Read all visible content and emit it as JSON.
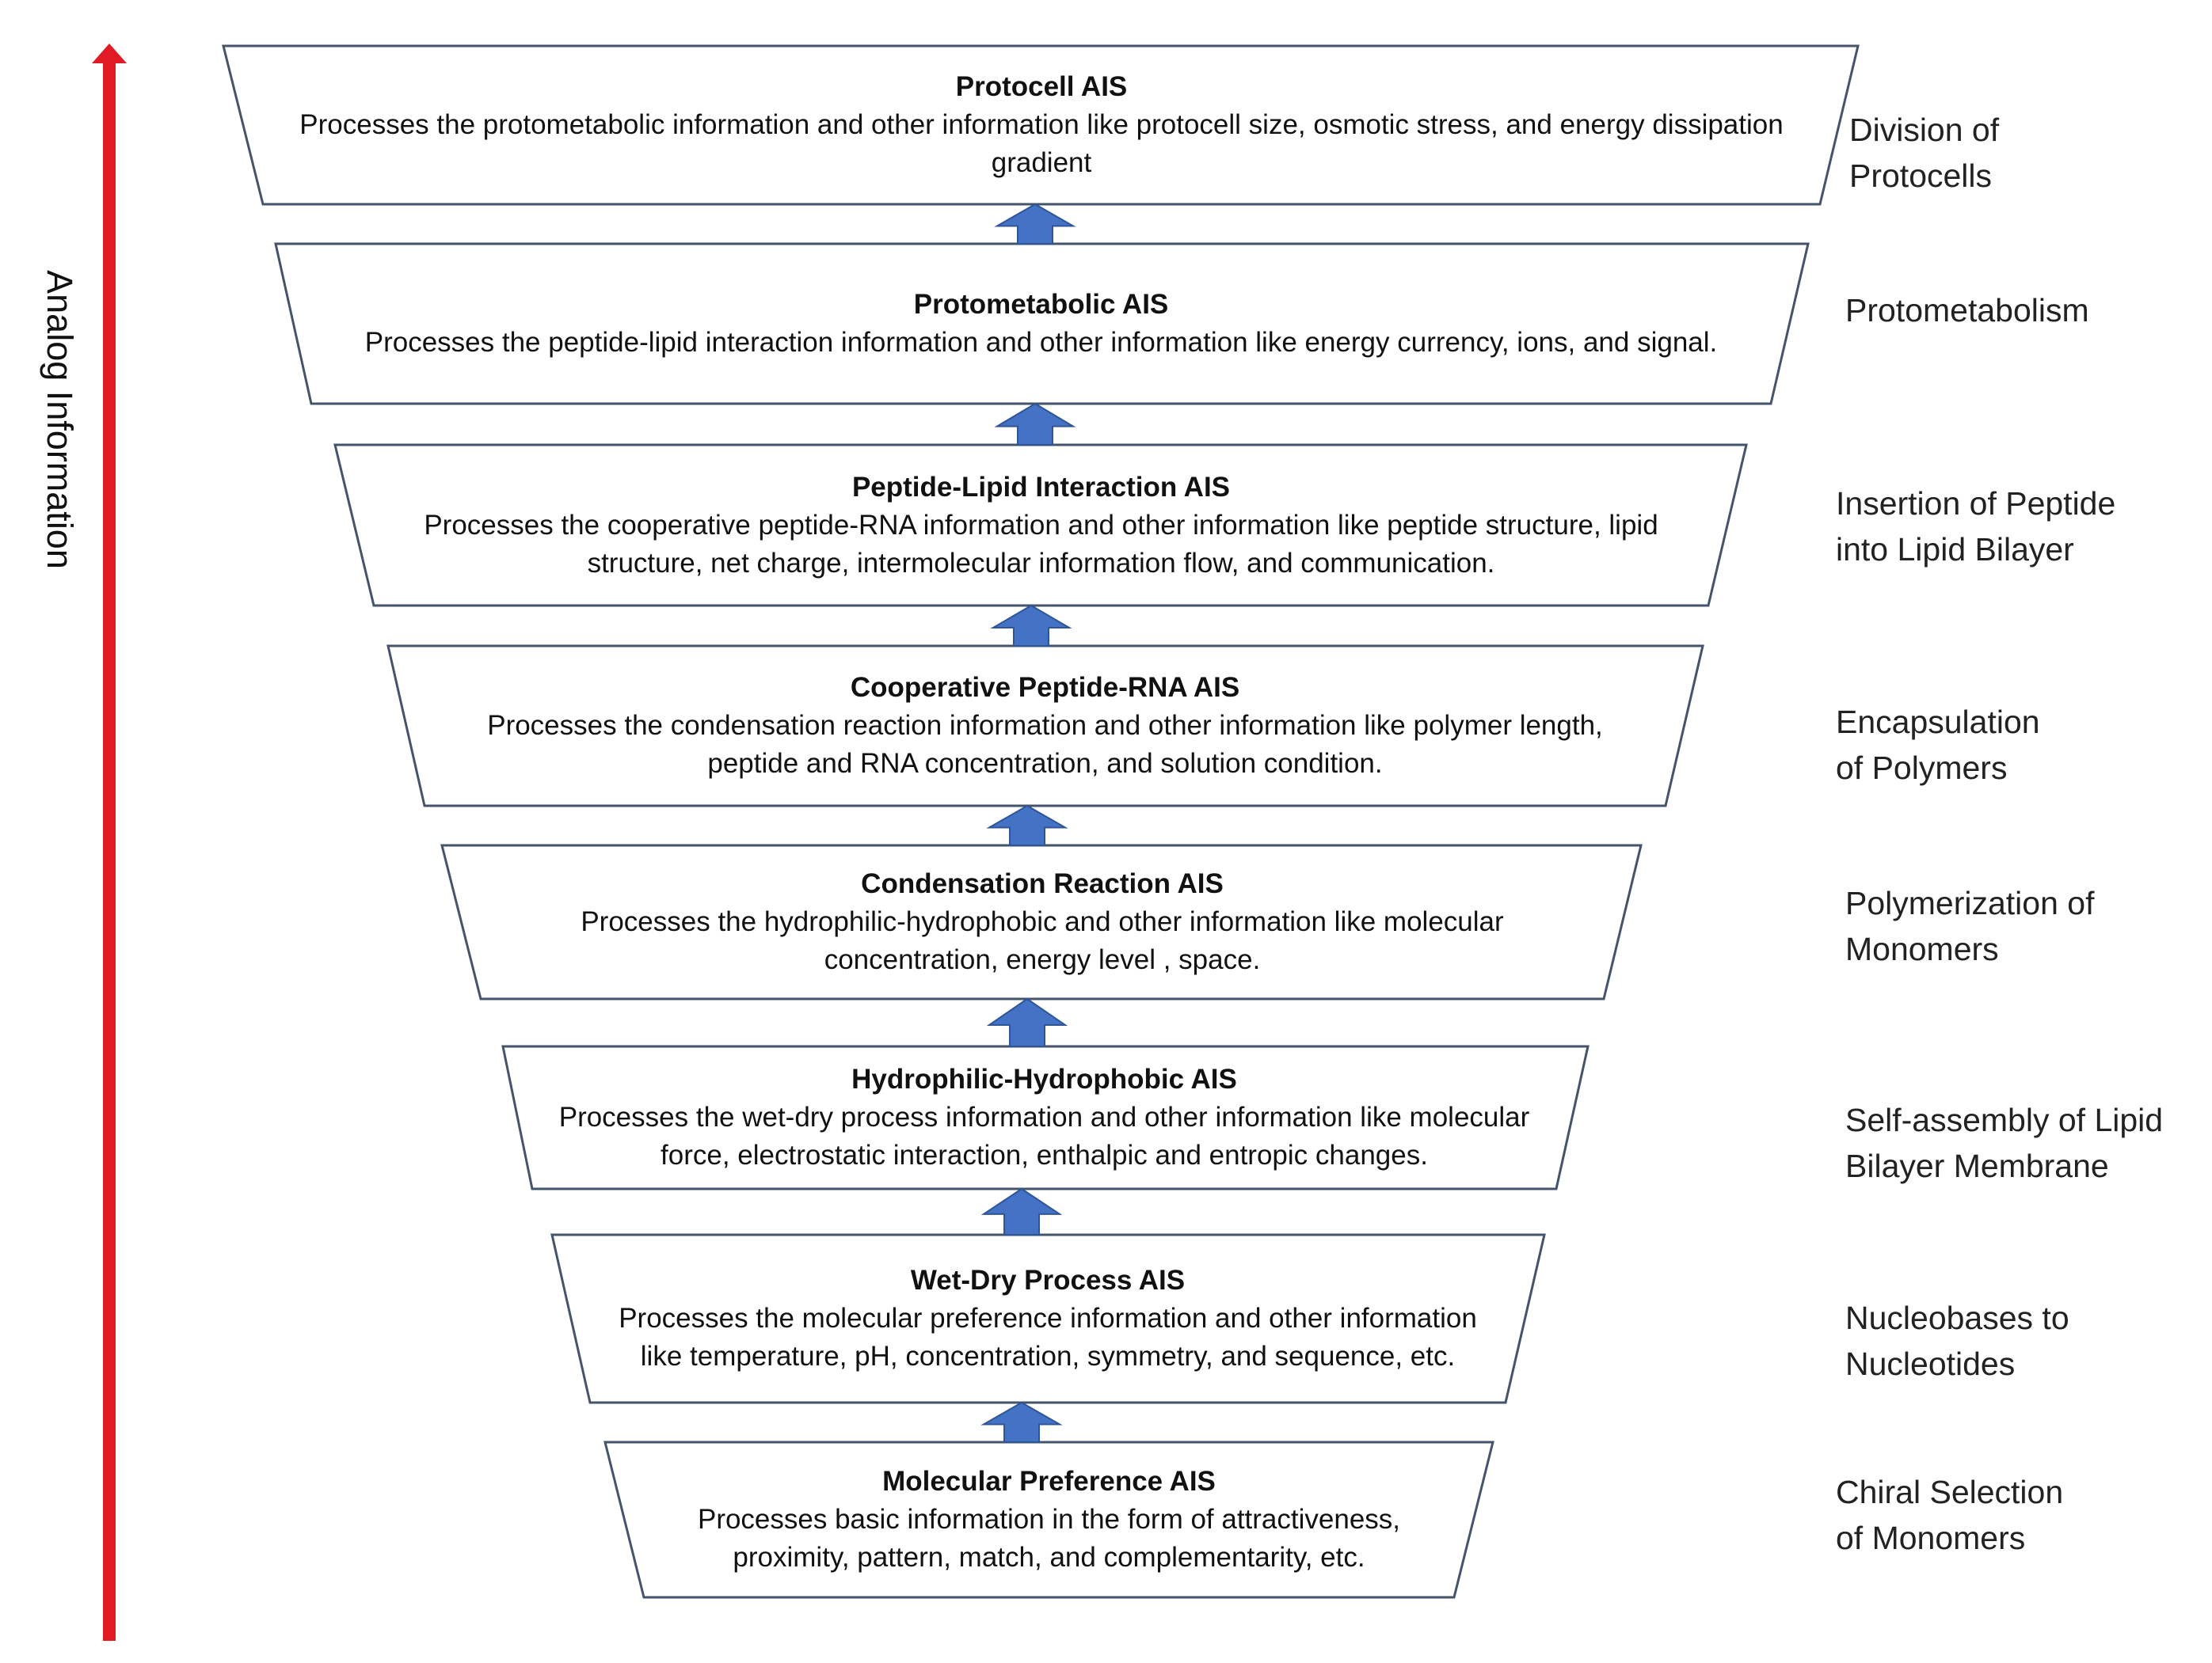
{
  "axis": {
    "label": "Analog Information",
    "arrow_color": "#e01b24"
  },
  "colors": {
    "up_arrow": "#4472c4",
    "box_border": "#44546a"
  },
  "tiers": [
    {
      "title": "Protocell AIS",
      "desc": "Processes the protometabolic information and other information like protocell size, osmotic stress, and energy dissipation gradient",
      "stage": "Division of\nProtocells"
    },
    {
      "title": "Protometabolic AIS",
      "desc": "Processes the peptide-lipid interaction information and other information like energy currency, ions, and signal.",
      "stage": "Protometabolism"
    },
    {
      "title": "Peptide-Lipid Interaction AIS",
      "desc": "Processes the cooperative peptide-RNA information and other information like peptide structure, lipid structure, net charge,  intermolecular information flow, and communication.",
      "stage": "Insertion of Peptide\ninto Lipid Bilayer"
    },
    {
      "title": "Cooperative Peptide-RNA AIS",
      "desc": "Processes the condensation reaction information and other information like polymer length, peptide and RNA concentration, and solution condition.",
      "stage": "Encapsulation\nof Polymers"
    },
    {
      "title": "Condensation Reaction AIS",
      "desc": "Processes the hydrophilic-hydrophobic and other information like molecular concentration, energy level , space.",
      "stage": "Polymerization of\nMonomers"
    },
    {
      "title": "Hydrophilic-Hydrophobic AIS",
      "desc": "Processes the wet-dry process information and other information like molecular force, electrostatic interaction, enthalpic and entropic changes.",
      "stage": "Self-assembly of Lipid\nBilayer Membrane"
    },
    {
      "title": "Wet-Dry Process AIS",
      "desc": "Processes the molecular preference information and other information like temperature, pH, concentration, symmetry, and sequence, etc.",
      "stage": "Nucleobases to\nNucleotides"
    },
    {
      "title": "Molecular Preference AIS",
      "desc": "Processes basic information in the form of attractiveness, proximity, pattern, match, and  complementarity, etc.",
      "stage": "Chiral Selection\nof Monomers"
    }
  ]
}
